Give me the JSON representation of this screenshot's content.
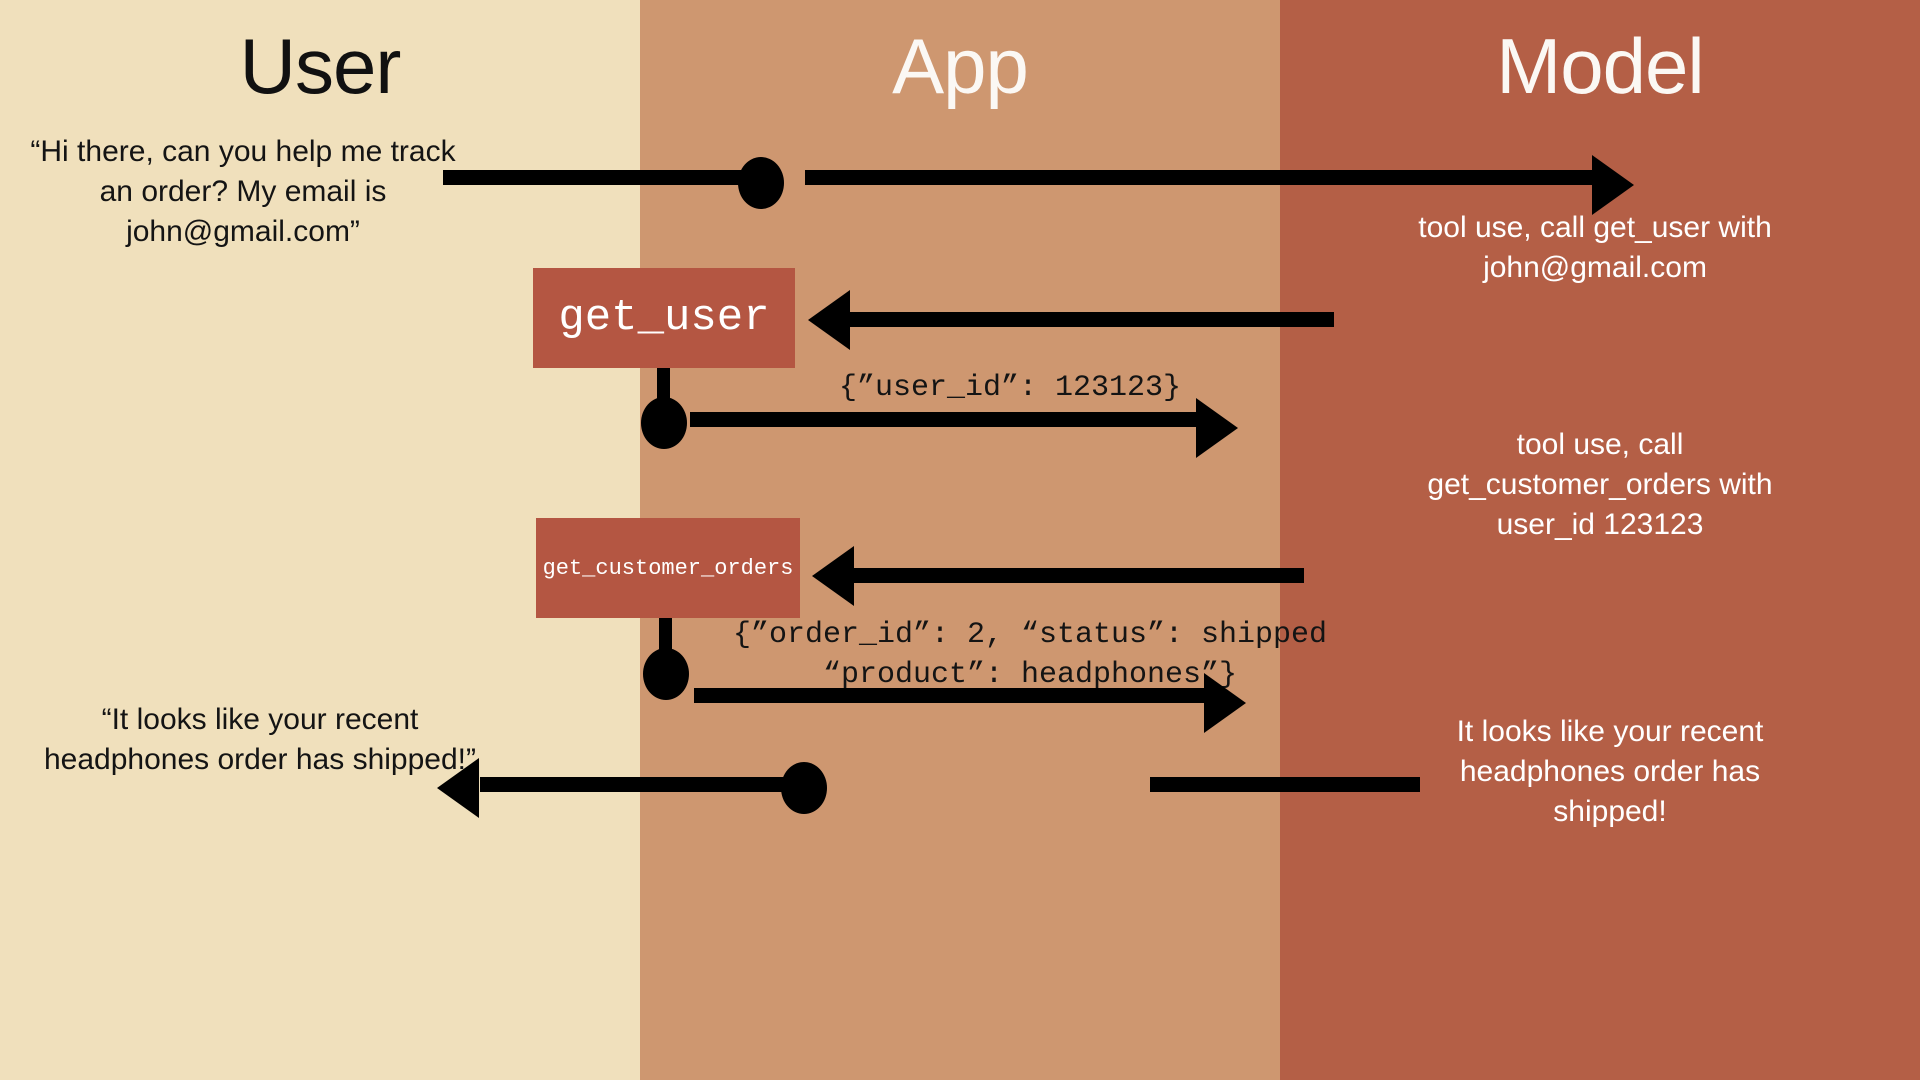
{
  "diagram": {
    "title": "Tool-use sequence diagram",
    "colors": {
      "user_lane": "#F0E0BC",
      "app_lane": "#CE9770",
      "model_lane": "#B45F46",
      "tool_box": "#B45642",
      "arrow": "#000000",
      "dark_text": "#141414",
      "light_text": "#FFFFFF"
    }
  },
  "lanes": [
    {
      "id": "user",
      "title": "User"
    },
    {
      "id": "app",
      "title": "App"
    },
    {
      "id": "model",
      "title": "Model"
    }
  ],
  "messages": {
    "user_request": "“Hi there, can you help me track an order? My email is john@gmail.com”",
    "model_tool_call_1": "tool use, call get_user with john@gmail.com",
    "tool_result_1": "{”user_id”: 123123}",
    "model_tool_call_2": "tool use, call get_customer_orders with user_id 123123",
    "tool_result_2": "{”order_id”: 2, “status”: shipped “product”: headphones”}",
    "user_reply": "“It looks like your recent headphones order has shipped!”",
    "model_reply": "It looks like your recent headphones order has shipped!"
  },
  "tools": [
    {
      "id": "get-user",
      "label": "get_user"
    },
    {
      "id": "get-customer-orders",
      "label": "get_customer_orders"
    }
  ]
}
